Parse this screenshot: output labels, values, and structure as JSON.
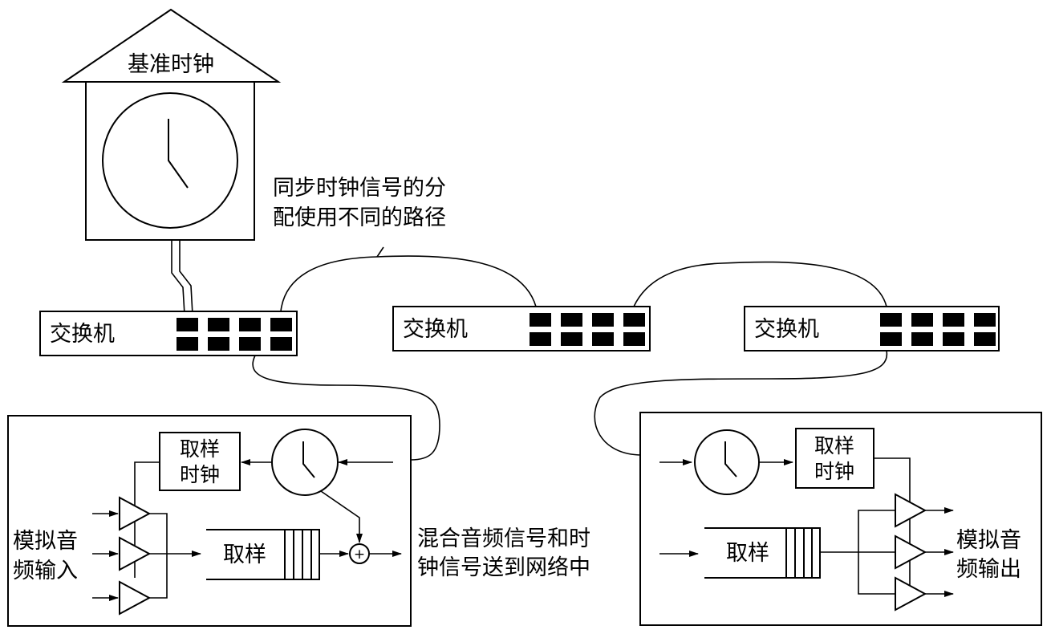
{
  "reference_clock": {
    "label": "基准时钟"
  },
  "path_note": {
    "line1": "同步时钟信号的分",
    "line2": "配使用不同的路径"
  },
  "switches": [
    {
      "label": "交换机"
    },
    {
      "label": "交换机"
    },
    {
      "label": "交换机"
    }
  ],
  "sender": {
    "sample_clock_line1": "取样",
    "sample_clock_line2": "时钟",
    "sampler_label": "取样",
    "input_line1": "模拟音",
    "input_line2": "频输入",
    "output_line1": "混合音频信号和时",
    "output_line2": "钟信号送到网络中",
    "sum_symbol": "+"
  },
  "receiver": {
    "sample_clock_line1": "取样",
    "sample_clock_line2": "时钟",
    "sampler_label": "取样",
    "output_line1": "模拟音",
    "output_line2": "频输出"
  }
}
